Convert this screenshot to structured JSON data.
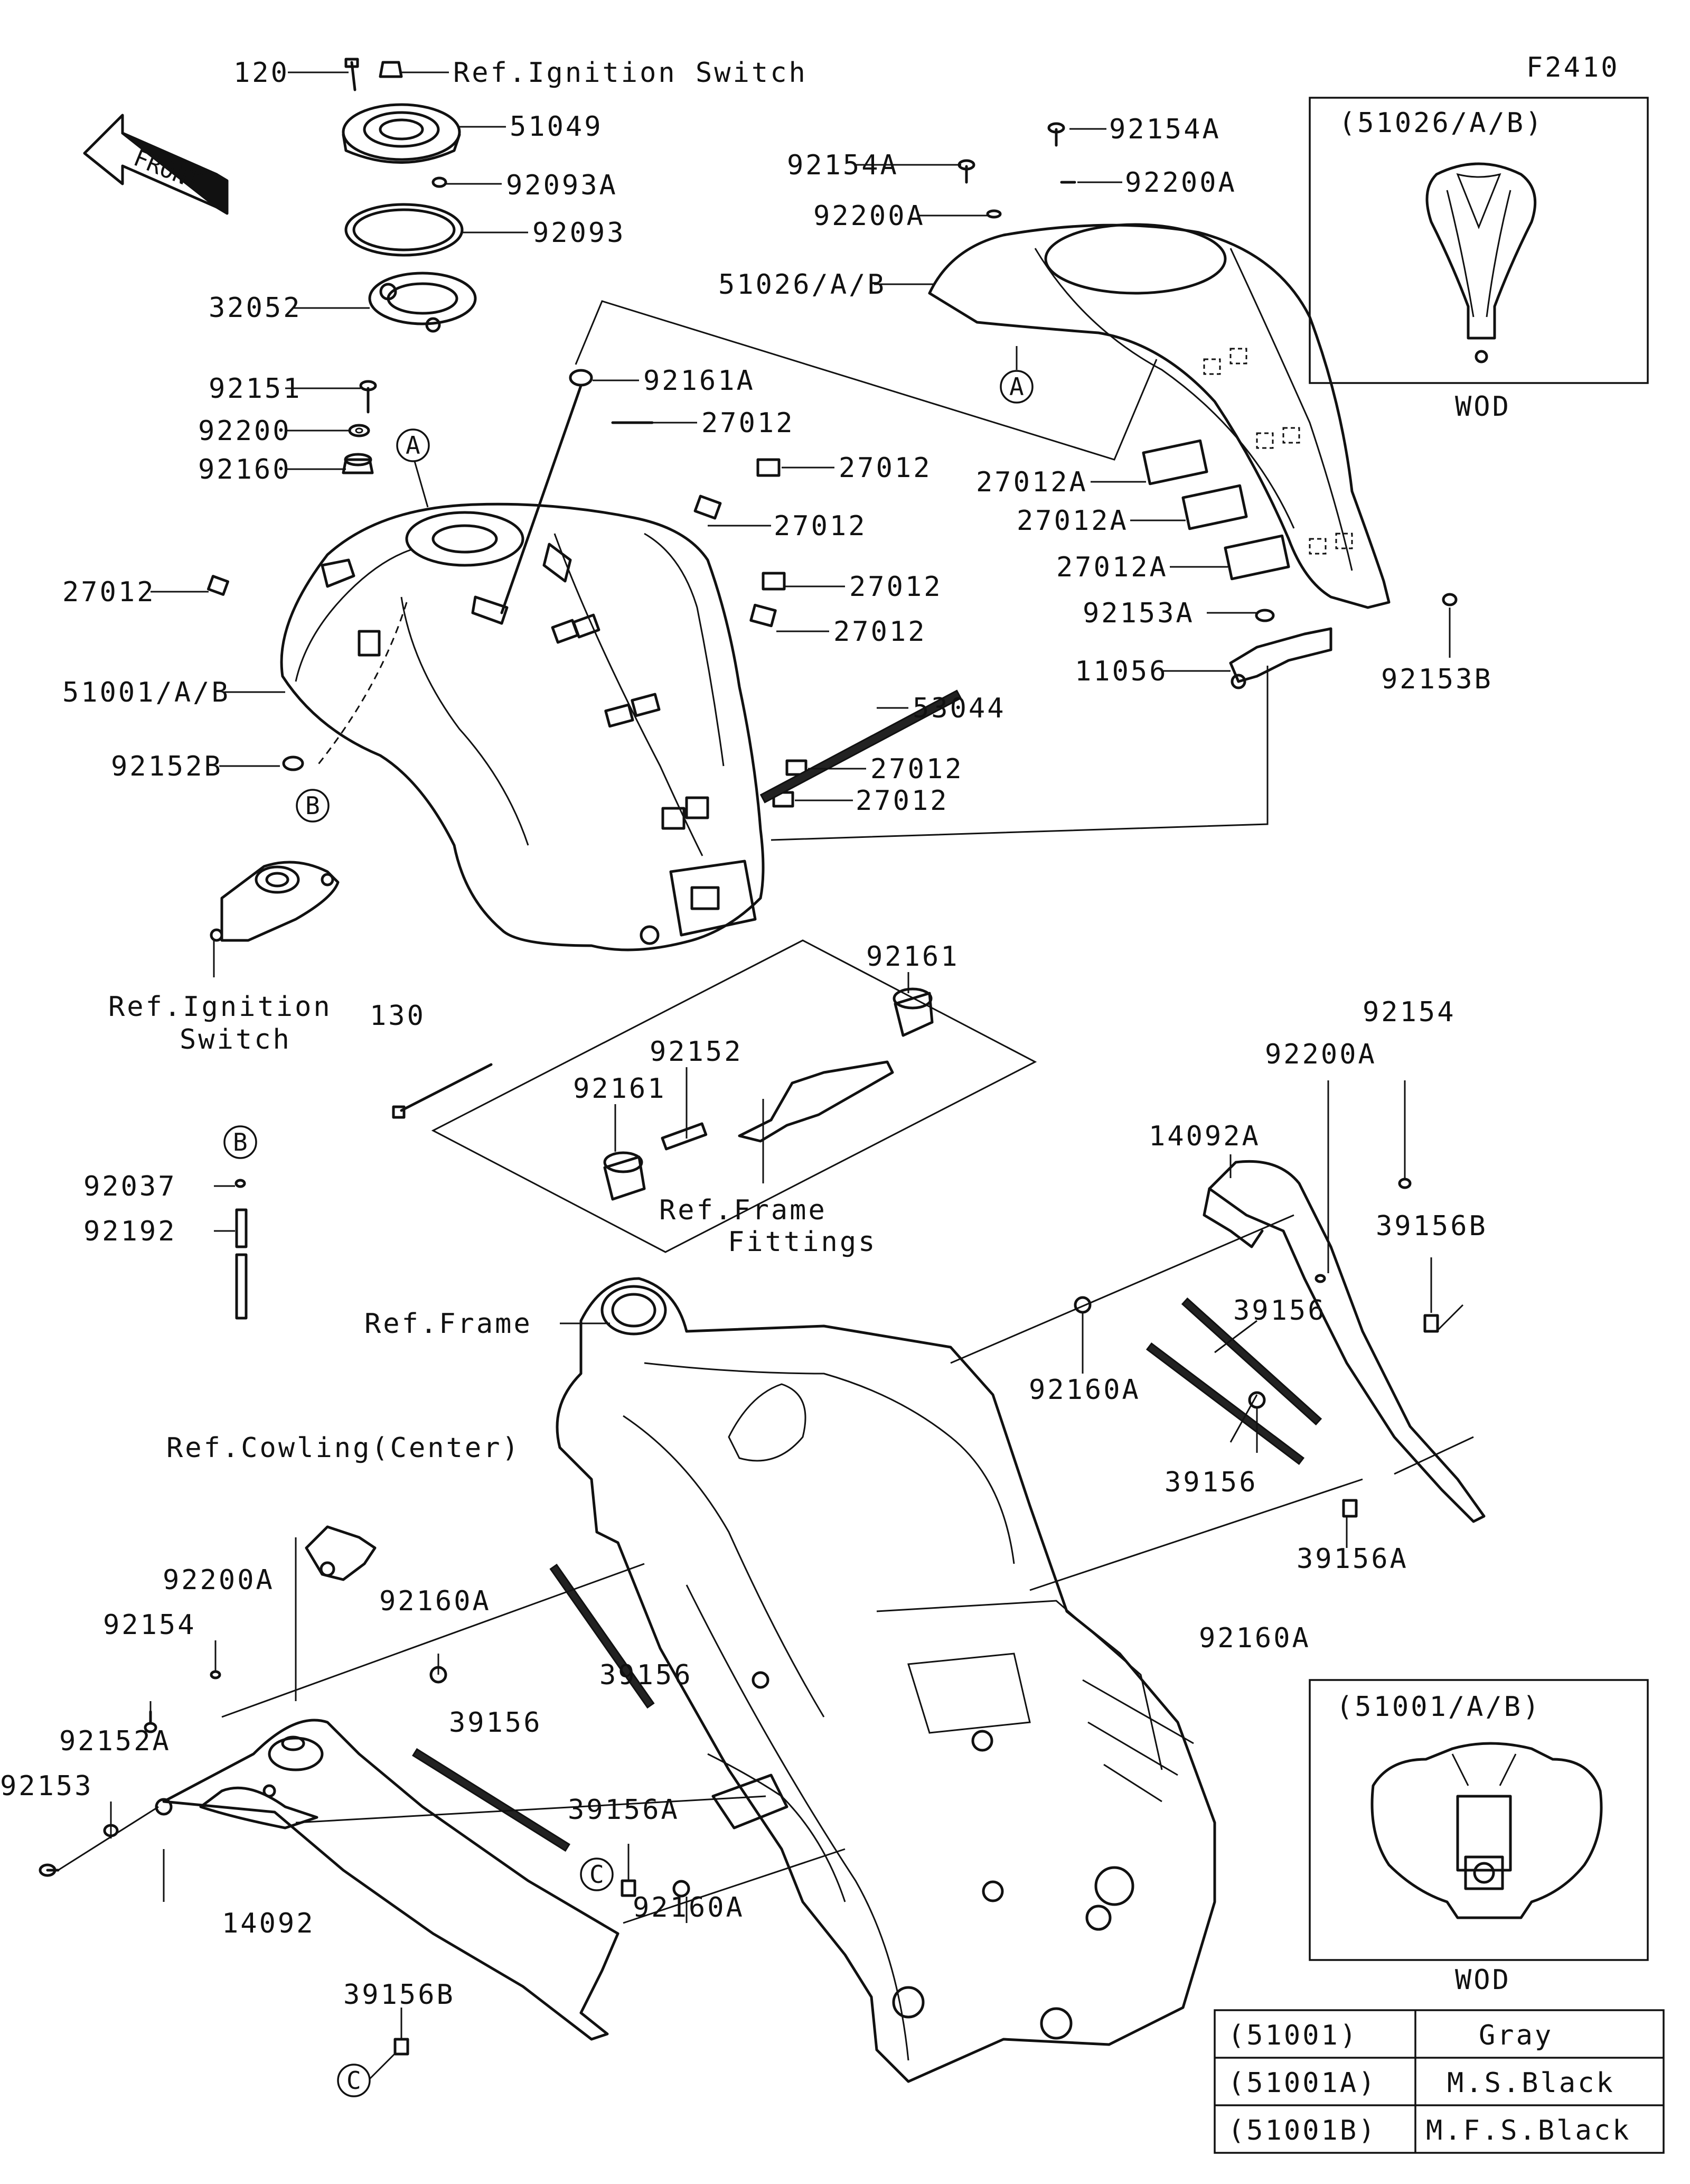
{
  "diagram_code": "F2410",
  "front_marker": "FRONT",
  "labels": [
    {
      "id": "p120",
      "text": "120"
    },
    {
      "id": "ref_ign_top",
      "text": "Ref.Ignition Switch"
    },
    {
      "id": "p51049",
      "text": "51049"
    },
    {
      "id": "p92093A",
      "text": "92093A"
    },
    {
      "id": "p92093",
      "text": "92093"
    },
    {
      "id": "p32052",
      "text": "32052"
    },
    {
      "id": "p92151",
      "text": "92151"
    },
    {
      "id": "p92200",
      "text": "92200"
    },
    {
      "id": "p92160",
      "text": "92160"
    },
    {
      "id": "p92161A",
      "text": "92161A"
    },
    {
      "id": "p27012_a",
      "text": "27012"
    },
    {
      "id": "p27012_b",
      "text": "27012"
    },
    {
      "id": "p27012_c",
      "text": "27012"
    },
    {
      "id": "p27012_d",
      "text": "27012"
    },
    {
      "id": "p27012_e",
      "text": "27012"
    },
    {
      "id": "p27012_f",
      "text": "27012"
    },
    {
      "id": "p27012_g",
      "text": "27012"
    },
    {
      "id": "p27012_h",
      "text": "27012"
    },
    {
      "id": "p51001",
      "text": "51001/A/B"
    },
    {
      "id": "p53044",
      "text": "53044"
    },
    {
      "id": "p92152B",
      "text": "92152B"
    },
    {
      "id": "ref_ign_l1",
      "text": "Ref.Ignition"
    },
    {
      "id": "ref_ign_l2",
      "text": "Switch"
    },
    {
      "id": "p130",
      "text": "130"
    },
    {
      "id": "p92161_a",
      "text": "92161"
    },
    {
      "id": "p92161_b",
      "text": "92161"
    },
    {
      "id": "p92152",
      "text": "92152"
    },
    {
      "id": "ref_frame_fit_l1",
      "text": "Ref.Frame"
    },
    {
      "id": "ref_frame_fit_l2",
      "text": "Fittings"
    },
    {
      "id": "p92037",
      "text": "92037"
    },
    {
      "id": "p92192",
      "text": "92192"
    },
    {
      "id": "p92154A_a",
      "text": "92154A"
    },
    {
      "id": "p92154A_b",
      "text": "92154A"
    },
    {
      "id": "p92200A_a",
      "text": "92200A"
    },
    {
      "id": "p92200A_b",
      "text": "92200A"
    },
    {
      "id": "p51026",
      "text": "51026/A/B"
    },
    {
      "id": "p27012A_a",
      "text": "27012A"
    },
    {
      "id": "p27012A_b",
      "text": "27012A"
    },
    {
      "id": "p27012A_c",
      "text": "27012A"
    },
    {
      "id": "p92153A",
      "text": "92153A"
    },
    {
      "id": "p11056",
      "text": "11056"
    },
    {
      "id": "p92153B",
      "text": "92153B"
    },
    {
      "id": "p92154_r",
      "text": "92154"
    },
    {
      "id": "p92200A_r",
      "text": "92200A"
    },
    {
      "id": "p14092A",
      "text": "14092A"
    },
    {
      "id": "p39156B_r",
      "text": "39156B"
    },
    {
      "id": "p39156_r1",
      "text": "39156"
    },
    {
      "id": "p39156_r2",
      "text": "39156"
    },
    {
      "id": "p92160A_r1",
      "text": "92160A"
    },
    {
      "id": "p92160A_r2",
      "text": "92160A"
    },
    {
      "id": "p39156A_r",
      "text": "39156A"
    },
    {
      "id": "ref_frame",
      "text": "Ref.Frame"
    },
    {
      "id": "ref_cowl",
      "text": "Ref.Cowling(Center)"
    },
    {
      "id": "p92200A_l",
      "text": "92200A"
    },
    {
      "id": "p92154_l",
      "text": "92154"
    },
    {
      "id": "p92160A_l",
      "text": "92160A"
    },
    {
      "id": "p39156_l1",
      "text": "39156"
    },
    {
      "id": "p39156_l2",
      "text": "39156"
    },
    {
      "id": "p92152A",
      "text": "92152A"
    },
    {
      "id": "p92153",
      "text": "92153"
    },
    {
      "id": "p14092",
      "text": "14092"
    },
    {
      "id": "p39156A_l",
      "text": "39156A"
    },
    {
      "id": "p92160A_l2",
      "text": "92160A"
    },
    {
      "id": "p39156B_l",
      "text": "39156B"
    }
  ],
  "callouts": [
    {
      "id": "cA1",
      "letter": "A"
    },
    {
      "id": "cA2",
      "letter": "A"
    },
    {
      "id": "cB1",
      "letter": "B"
    },
    {
      "id": "cB2",
      "letter": "B"
    },
    {
      "id": "cC1",
      "letter": "C"
    },
    {
      "id": "cC2",
      "letter": "C"
    }
  ],
  "inset_top": {
    "title": "(51026/A/B)",
    "caption": "WOD"
  },
  "inset_bottom": {
    "title": "(51001/A/B)",
    "caption": "WOD"
  },
  "color_table": [
    {
      "code": "(51001)",
      "color": "Gray"
    },
    {
      "code": "(51001A)",
      "color": "M.S.Black"
    },
    {
      "code": "(51001B)",
      "color": "M.F.S.Black"
    }
  ]
}
